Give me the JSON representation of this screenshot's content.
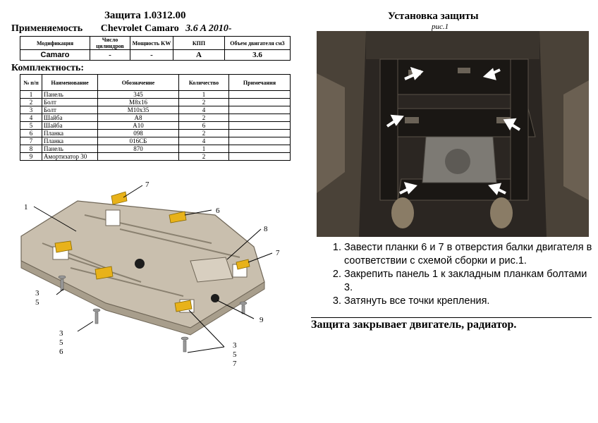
{
  "doc_title": "Защита 1.0312.00",
  "application": {
    "label": "Применяемость",
    "vehicle": "Chevrolet Camaro",
    "engine_year": "3.6 A 2010-"
  },
  "vehicle_table": {
    "headers": [
      "Модификация",
      "Число цилиндров",
      "Мощность KW",
      "КПП",
      "Объем двигателя см3"
    ],
    "row": [
      "Camaro",
      "-",
      "-",
      "A",
      "3.6"
    ]
  },
  "kit": {
    "label": "Комплектность:",
    "headers": [
      "№ п/п",
      "Наименование",
      "Обозначение",
      "Количество",
      "Примечания"
    ],
    "rows": [
      [
        "1",
        "Панель",
        "345",
        "1",
        ""
      ],
      [
        "2",
        "Болт",
        "M8x16",
        "2",
        ""
      ],
      [
        "3",
        "Болт",
        "M10x35",
        "4",
        ""
      ],
      [
        "4",
        "Шайба",
        "A8",
        "2",
        ""
      ],
      [
        "5",
        "Шайба",
        "A10",
        "6",
        ""
      ],
      [
        "6",
        "Планка",
        "098",
        "2",
        ""
      ],
      [
        "7",
        "Планка",
        "016СБ",
        "4",
        ""
      ],
      [
        "8",
        "Панель",
        "870",
        "1",
        ""
      ],
      [
        "9",
        "Амортизатор 30",
        "",
        "2",
        ""
      ]
    ]
  },
  "install": {
    "title": "Установка защиты",
    "caption": "рис.1",
    "steps": [
      "Завести планки 6 и 7 в отверстия балки двигателя в соответствии с схемой сборки и рис.1.",
      "Закрепить панель 1 к закладным планкам болтами 3.",
      "Затянуть все точки крепления."
    ],
    "conclusion": "Защита закрывает двигатель, радиатор."
  },
  "callouts": {
    "c1": "1",
    "c7a": "7",
    "c6": "6",
    "c8": "8",
    "c7b": "7",
    "c9": "9",
    "c35a": "3\n5",
    "c356": "3\n5\n6",
    "c357": "3\n5\n7"
  },
  "colors": {
    "panel_fill": "#c9bfae",
    "panel_edge": "#6f6657",
    "bracket": "#e8b21a",
    "photo_dark": "#2b2622",
    "arrow": "#ffffff"
  }
}
